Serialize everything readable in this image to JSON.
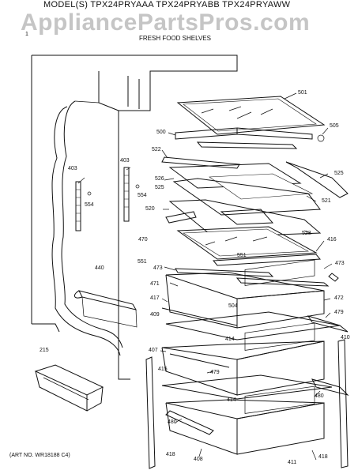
{
  "header": {
    "models": "MODEL(S) TPX24PRYAAA  TPX24PRYABB  TPX24PRYAWW",
    "watermark": "AppliancePartsPros.com"
  },
  "diagram": {
    "title": "FRESH FOOD SHELVES",
    "art_number": "(ART NO. WR18188 C4)",
    "corner_mark": "1"
  },
  "callouts": {
    "c501": "501",
    "c500": "500",
    "c505": "505",
    "c522": "522",
    "c525a": "525",
    "c526": "526",
    "c525b": "525",
    "c521": "521",
    "c520": "520",
    "c523": "523",
    "c470": "470",
    "c416": "416",
    "c551a": "551",
    "c551b": "551",
    "c473a": "473",
    "c473b": "473",
    "c471": "471",
    "c504": "504",
    "c472": "472",
    "c417": "417",
    "c409": "409",
    "c479a": "479",
    "c414a": "414",
    "c410": "410",
    "c407": "407",
    "c415": "415",
    "c479b": "479",
    "c414b": "414",
    "c480a": "480",
    "c480b": "480",
    "c418a": "418",
    "c408": "408",
    "c411": "411",
    "c418b": "418",
    "c403a": "403",
    "c403b": "403",
    "c554a": "554",
    "c554b": "554",
    "c440": "440",
    "c215": "215"
  }
}
